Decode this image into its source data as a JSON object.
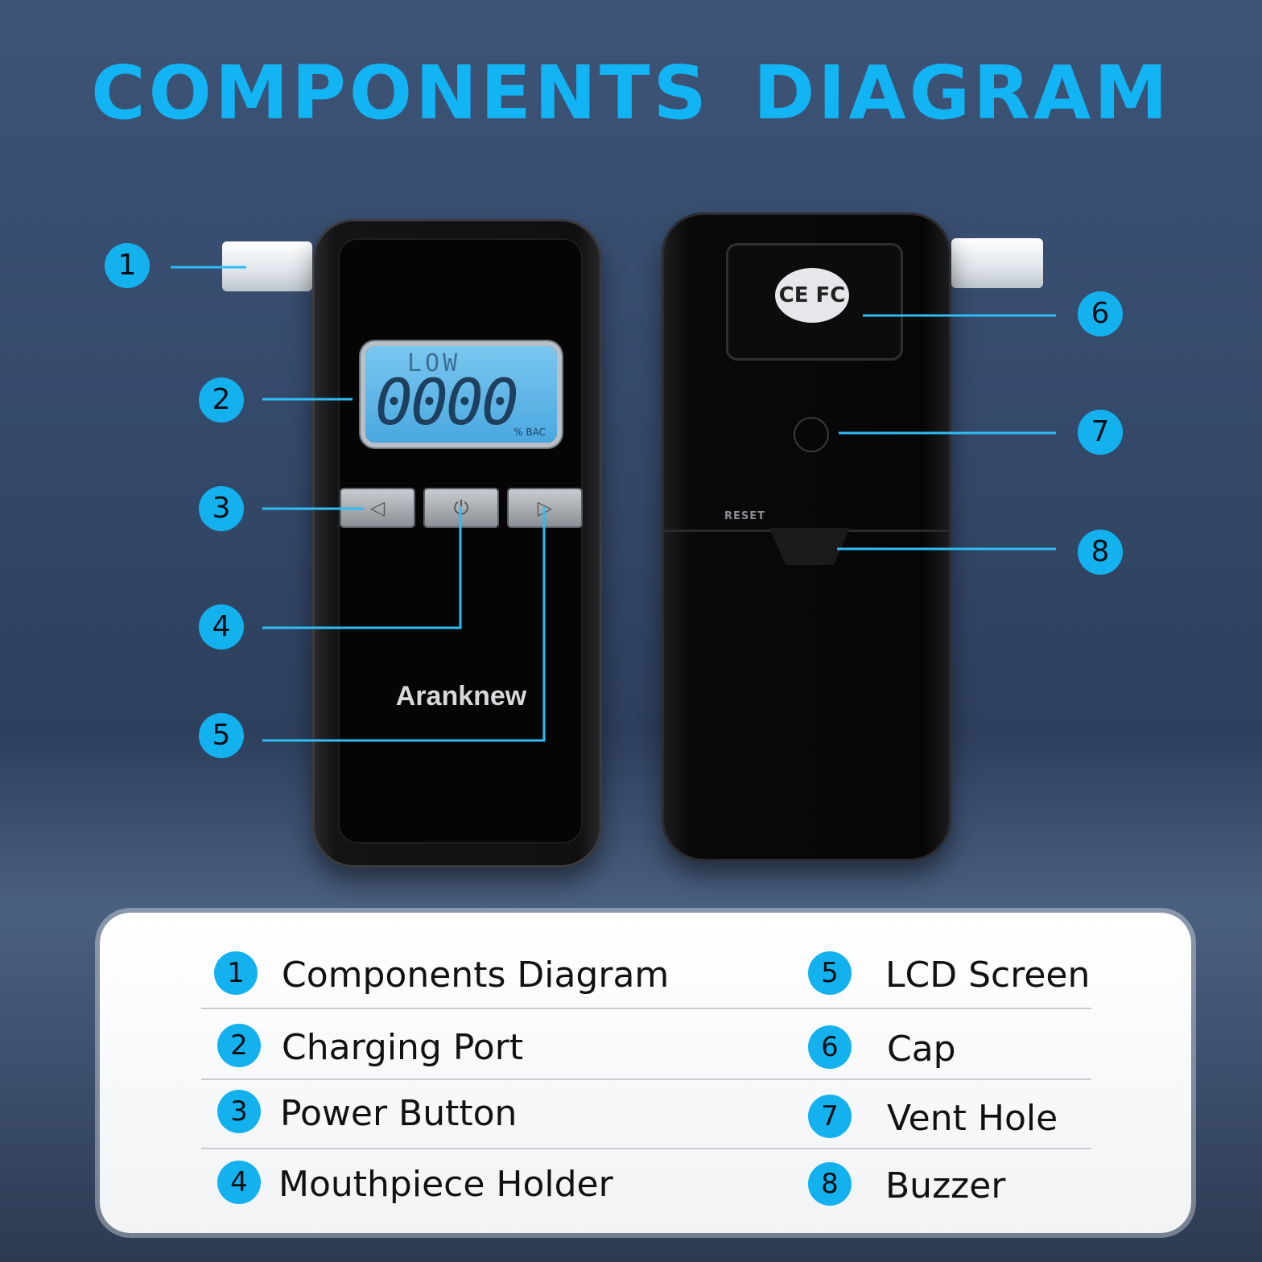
{
  "title": "COMPONENTS  DIAGRAM",
  "device": {
    "brand": "Aranknew",
    "lcd_low": "LOW",
    "lcd_digits": "0000",
    "lcd_unit": "% BAC",
    "cert_mark": "CE FC",
    "reset_label": "RESET",
    "button_left_icon": "left-triangle-icon",
    "button_power_icon": "power-icon",
    "button_right_icon": "right-triangle-icon"
  },
  "callouts": [
    {
      "num": "1"
    },
    {
      "num": "2"
    },
    {
      "num": "3"
    },
    {
      "num": "4"
    },
    {
      "num": "5"
    },
    {
      "num": "6"
    },
    {
      "num": "7"
    },
    {
      "num": "8"
    }
  ],
  "legend": {
    "left": [
      {
        "num": "1",
        "label": "Components Diagram"
      },
      {
        "num": "2",
        "label": "Charging Port"
      },
      {
        "num": "3",
        "label": "Power Button"
      },
      {
        "num": "4",
        "label": "Mouthpiece Holder"
      }
    ],
    "right": [
      {
        "num": "5",
        "label": "LCD Screen"
      },
      {
        "num": "6",
        "label": "Cap"
      },
      {
        "num": "7",
        "label": "Vent Hole"
      },
      {
        "num": "8",
        "label": "Buzzer"
      }
    ]
  },
  "colors": {
    "accent": "#13b2ef",
    "title": "#12b4f4",
    "leader": "#2fbdf3"
  }
}
